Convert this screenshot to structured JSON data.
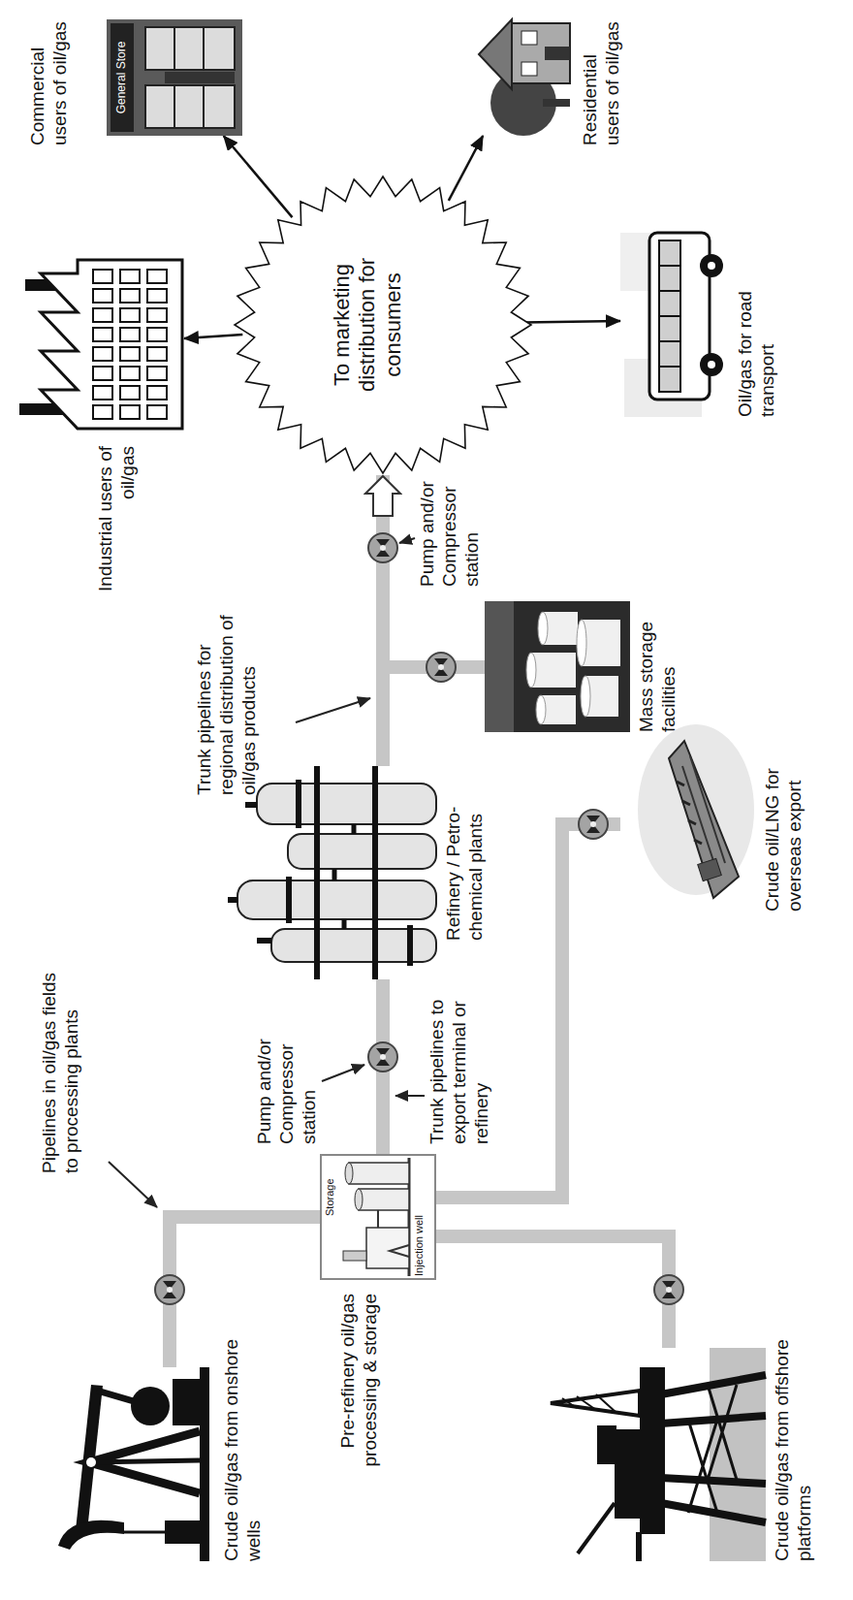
{
  "diagram": {
    "nodes": [
      {
        "text": [
          "Crude oil/gas from onshore wells"
        ]
      },
      {
        "text": [
          "Pre-refinery oil/gas processing & storage",
          "Storage",
          "Injection well"
        ]
      },
      {
        "text": [
          "Crude oil/gas from offshore platforms"
        ]
      },
      {
        "text": [
          "Refinery / Petro-chemical plants"
        ]
      },
      {
        "text": [
          "Mass storage facilities"
        ]
      },
      {
        "text": [
          "Crude oil/LNG for overseas export"
        ]
      },
      {
        "text": [
          "To marketing distribution for consumers"
        ]
      },
      {
        "text": [
          "Industrial users of oil/gas"
        ]
      },
      {
        "text": [
          "Commercial users of oil/gas",
          "General Store"
        ]
      },
      {
        "text": [
          "Residential users of oil/gas"
        ]
      },
      {
        "text": [
          "Oil/gas for road transport"
        ]
      }
    ],
    "edges": [
      {
        "from": 0,
        "to": 1,
        "arrow": "none"
      },
      {
        "from": 2,
        "to": 1,
        "arrow": "none"
      },
      {
        "from": 1,
        "to": 3,
        "arrow": "none"
      },
      {
        "from": 1,
        "to": 5,
        "arrow": "none"
      },
      {
        "from": 3,
        "to": 4,
        "arrow": "none"
      },
      {
        "from": 3,
        "to": 6,
        "arrow": "to"
      },
      {
        "from": 6,
        "to": 7,
        "arrow": "to"
      },
      {
        "from": 6,
        "to": 8,
        "arrow": "to"
      },
      {
        "from": 6,
        "to": 9,
        "arrow": "to"
      },
      {
        "from": 6,
        "to": 10,
        "arrow": "to"
      }
    ],
    "labels": [
      "Pipelines in oil/gas fields to processing plants",
      "Pump and/or Compressor station",
      "Trunk pipelines to export terminal or refinery",
      "Trunk pipelines for regional distribution of oil/gas products",
      "Pump and/or Compressor station"
    ]
  }
}
